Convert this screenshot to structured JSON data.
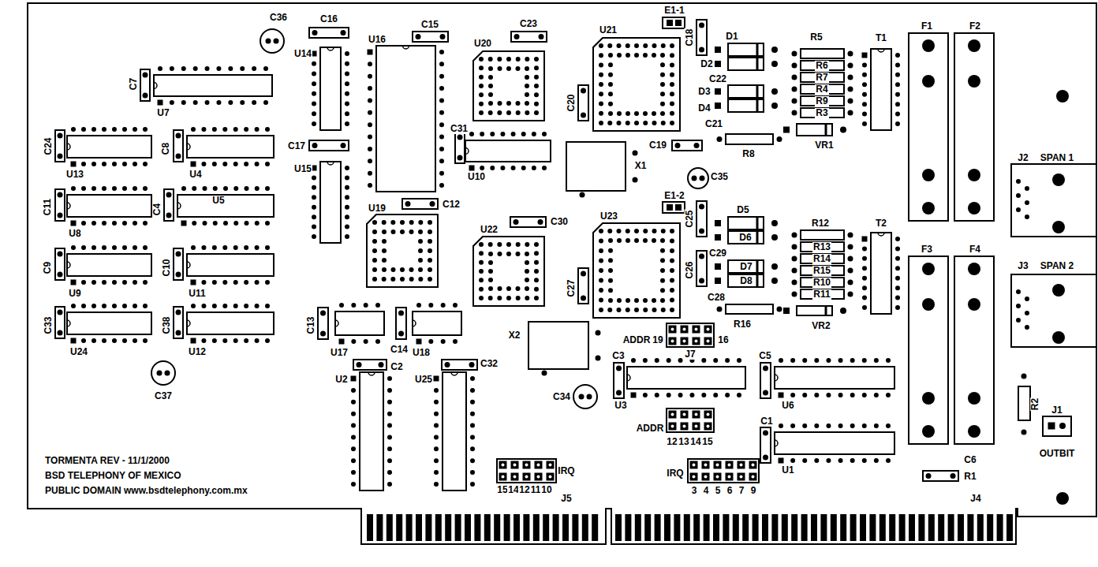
{
  "diagram": {
    "labels": [
      "C36",
      "C16",
      "C15",
      "C23",
      "E1-1",
      "C18",
      "D1",
      "R5",
      "T1",
      "F1",
      "F2",
      "U16",
      "U20",
      "U21",
      "U14",
      "C7",
      "U7",
      "D2",
      "R6",
      "C22",
      "R7",
      "D3",
      "R4",
      "D4",
      "R9",
      "R3",
      "C20",
      "C21",
      "C24",
      "C8",
      "U13",
      "U4",
      "C17",
      "U15",
      "C31",
      "U10",
      "C19",
      "X1",
      "R8",
      "VR1",
      "C35",
      "J2",
      "SPAN 1",
      "E1-2",
      "C25",
      "C11",
      "C4",
      "U5",
      "U19",
      "C12",
      "D5",
      "R12",
      "T2",
      "U8",
      "C30",
      "U22",
      "U23",
      "D6",
      "C29",
      "R13",
      "R14",
      "D7",
      "R15",
      "D8",
      "R10",
      "R11",
      "F3",
      "F4",
      "J3",
      "SPAN 2",
      "C26",
      "C9",
      "C10",
      "U9",
      "U11",
      "C27",
      "C28",
      "R16",
      "VR2",
      "C33",
      "C38",
      "C13",
      "X2",
      "ADDR",
      "19",
      "16",
      "J7",
      "U24",
      "U12",
      "U17",
      "C14",
      "U18",
      "C3",
      "C5",
      "C2",
      "C32",
      "U2",
      "U25",
      "C37",
      "C34",
      "U3",
      "U6",
      "R2",
      "J1",
      "ADDR",
      "12",
      "13",
      "14",
      "15",
      "C1",
      "OUTBIT",
      "TORMENTA REV - 11/1/2000",
      "BSD TELEPHONY OF MEXICO",
      "PUBLIC DOMAIN www.bsdtelephony.com.mx",
      "U1",
      "C6",
      "R1",
      "IRQ",
      "IRQ",
      "15",
      "14",
      "12",
      "11",
      "10",
      "3",
      "4",
      "5",
      "6",
      "7",
      "9",
      "J5",
      "J4"
    ]
  }
}
